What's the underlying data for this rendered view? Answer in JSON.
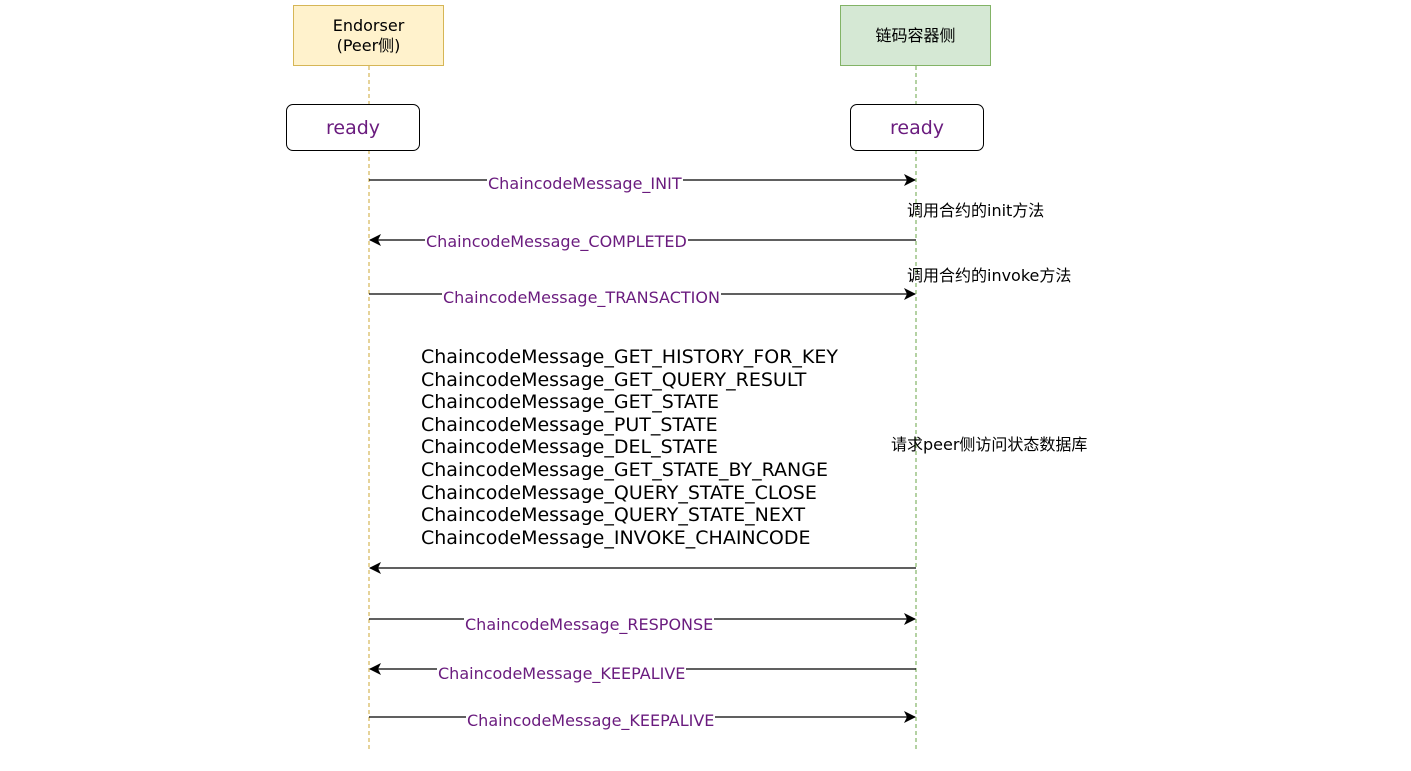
{
  "participants": {
    "endorser": {
      "title": "Endorser\n(Peer侧)",
      "fill": "#fff2cc",
      "stroke": "#d6b656"
    },
    "chaincode": {
      "title": "链码容器侧",
      "fill": "#d5e8d4",
      "stroke": "#82b366"
    }
  },
  "states": {
    "left": "ready",
    "right": "ready"
  },
  "colors": {
    "message_text": "#6a1b7e",
    "state_text": "#6a1b7e",
    "arrow": "#000000"
  },
  "messages": [
    {
      "label": "ChaincodeMessage_INIT",
      "direction": "to-chaincode"
    },
    {
      "label": "ChaincodeMessage_COMPLETED",
      "direction": "to-endorser"
    },
    {
      "label": "ChaincodeMessage_TRANSACTION",
      "direction": "to-chaincode"
    },
    {
      "label": "",
      "direction": "to-endorser"
    },
    {
      "label": "ChaincodeMessage_RESPONSE",
      "direction": "to-chaincode"
    },
    {
      "label": "ChaincodeMessage_KEEPALIVE",
      "direction": "to-endorser"
    },
    {
      "label": "ChaincodeMessage_KEEPALIVE",
      "direction": "to-chaincode"
    }
  ],
  "notes": {
    "init": "调用合约的init方法",
    "invoke": "调用合约的invoke方法",
    "state_db": "请求peer侧访问状态数据库"
  },
  "request_messages": [
    "ChaincodeMessage_GET_HISTORY_FOR_KEY",
    "ChaincodeMessage_GET_QUERY_RESULT",
    "ChaincodeMessage_GET_STATE",
    "ChaincodeMessage_PUT_STATE",
    "ChaincodeMessage_DEL_STATE",
    "ChaincodeMessage_GET_STATE_BY_RANGE",
    "ChaincodeMessage_QUERY_STATE_CLOSE",
    "ChaincodeMessage_QUERY_STATE_NEXT",
    "ChaincodeMessage_INVOKE_CHAINCODE"
  ]
}
